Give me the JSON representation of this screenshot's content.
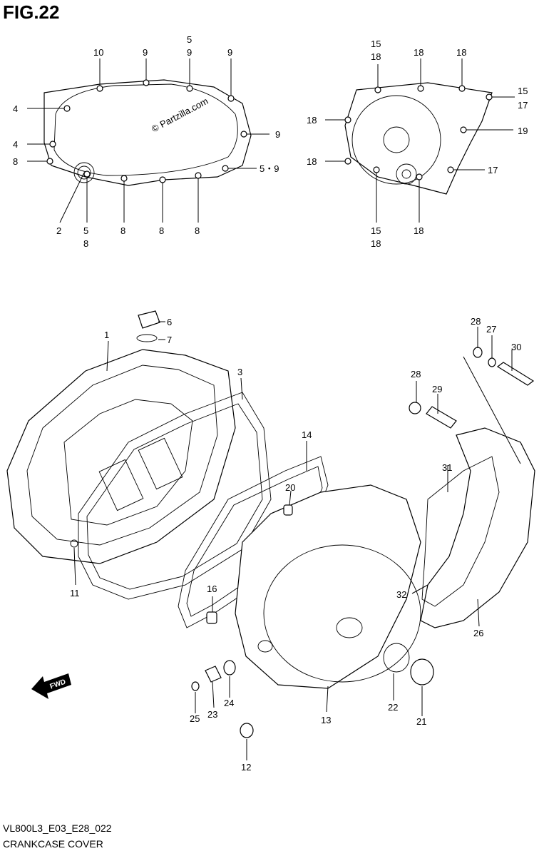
{
  "figure": {
    "title": "FIG.22",
    "model_code": "VL800L3_E03_E28_022",
    "caption": "CRANKCASE COVER",
    "watermark": "© Partzilla.com",
    "fwd_label": "FWD"
  },
  "callouts": [
    {
      "id": "c-10",
      "text": "10"
    },
    {
      "id": "c-9a",
      "text": "9"
    },
    {
      "id": "c-5a",
      "text": "5"
    },
    {
      "id": "c-9b",
      "text": "9"
    },
    {
      "id": "c-9c",
      "text": "9"
    },
    {
      "id": "c-4a",
      "text": "4"
    },
    {
      "id": "c-4b",
      "text": "4"
    },
    {
      "id": "c-9d",
      "text": "9"
    },
    {
      "id": "c-8a",
      "text": "8"
    },
    {
      "id": "c-59",
      "text": "5・9"
    },
    {
      "id": "c-2",
      "text": "2"
    },
    {
      "id": "c-5b",
      "text": "5"
    },
    {
      "id": "c-8b",
      "text": "8"
    },
    {
      "id": "c-8c",
      "text": "8"
    },
    {
      "id": "c-8d",
      "text": "8"
    },
    {
      "id": "c-8e",
      "text": "8"
    },
    {
      "id": "c-15a",
      "text": "15"
    },
    {
      "id": "c-18a",
      "text": "18"
    },
    {
      "id": "c-18b",
      "text": "18"
    },
    {
      "id": "c-18c",
      "text": "18"
    },
    {
      "id": "c-15b",
      "text": "15"
    },
    {
      "id": "c-17a",
      "text": "17"
    },
    {
      "id": "c-18d",
      "text": "18"
    },
    {
      "id": "c-19",
      "text": "19"
    },
    {
      "id": "c-18e",
      "text": "18"
    },
    {
      "id": "c-17b",
      "text": "17"
    },
    {
      "id": "c-15c",
      "text": "15"
    },
    {
      "id": "c-18f",
      "text": "18"
    },
    {
      "id": "c-18g",
      "text": "18"
    },
    {
      "id": "c-1",
      "text": "1"
    },
    {
      "id": "c-6",
      "text": "6"
    },
    {
      "id": "c-7",
      "text": "7"
    },
    {
      "id": "c-3",
      "text": "3"
    },
    {
      "id": "c-14",
      "text": "14"
    },
    {
      "id": "c-20",
      "text": "20"
    },
    {
      "id": "c-28a",
      "text": "28"
    },
    {
      "id": "c-27",
      "text": "27"
    },
    {
      "id": "c-30",
      "text": "30"
    },
    {
      "id": "c-28b",
      "text": "28"
    },
    {
      "id": "c-29",
      "text": "29"
    },
    {
      "id": "c-31",
      "text": "31"
    },
    {
      "id": "c-11",
      "text": "11"
    },
    {
      "id": "c-16",
      "text": "16"
    },
    {
      "id": "c-32",
      "text": "32"
    },
    {
      "id": "c-26",
      "text": "26"
    },
    {
      "id": "c-25",
      "text": "25"
    },
    {
      "id": "c-23",
      "text": "23"
    },
    {
      "id": "c-24",
      "text": "24"
    },
    {
      "id": "c-13",
      "text": "13"
    },
    {
      "id": "c-22",
      "text": "22"
    },
    {
      "id": "c-21",
      "text": "21"
    },
    {
      "id": "c-12",
      "text": "12"
    }
  ]
}
